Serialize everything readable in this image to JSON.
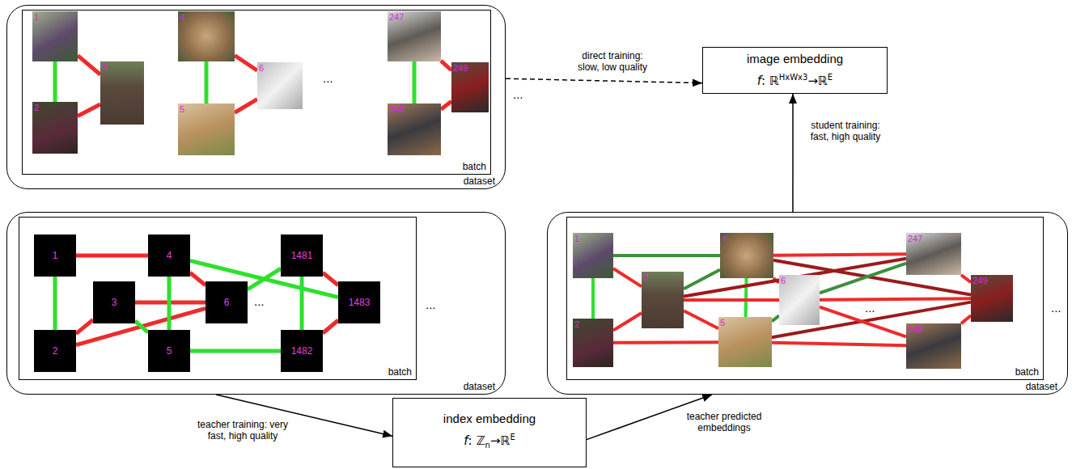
{
  "diagram": {
    "nodes": [
      {
        "text": [
          "dataset"
        ]
      },
      {
        "text": [
          "batch"
        ],
        "in": 0
      },
      {
        "text": [
          "1"
        ],
        "in": 1
      },
      {
        "text": [
          "2"
        ],
        "in": 1
      },
      {
        "text": [
          "3"
        ],
        "in": 1
      },
      {
        "text": [
          "4"
        ],
        "in": 1
      },
      {
        "text": [
          "5"
        ],
        "in": 1
      },
      {
        "text": [
          "6"
        ],
        "in": 1
      },
      {
        "text": [
          "247"
        ],
        "in": 1
      },
      {
        "text": [
          "248"
        ],
        "in": 1
      },
      {
        "text": [
          "249"
        ],
        "in": 1
      },
      {
        "text": [
          "image embedding",
          "f",
          ": ℝ",
          "HxWx3",
          "→ℝ",
          "E"
        ]
      },
      {
        "text": [
          "dataset"
        ]
      },
      {
        "text": [
          "batch"
        ],
        "in": 12
      },
      {
        "text": [
          "1"
        ],
        "in": 13
      },
      {
        "text": [
          "2"
        ],
        "in": 13
      },
      {
        "text": [
          "3"
        ],
        "in": 13
      },
      {
        "text": [
          "4"
        ],
        "in": 13
      },
      {
        "text": [
          "5"
        ],
        "in": 13
      },
      {
        "text": [
          "6"
        ],
        "in": 13
      },
      {
        "text": [
          "1481"
        ],
        "in": 13
      },
      {
        "text": [
          "1482"
        ],
        "in": 13
      },
      {
        "text": [
          "1483"
        ],
        "in": 13
      },
      {
        "text": [
          "index embedding",
          "f",
          ": ℤ",
          "n",
          "→ℝ",
          "E"
        ]
      },
      {
        "text": [
          "dataset"
        ]
      },
      {
        "text": [
          "batch"
        ],
        "in": 24
      },
      {
        "text": [
          "1"
        ],
        "in": 25
      },
      {
        "text": [
          "2"
        ],
        "in": 25
      },
      {
        "text": [
          "3"
        ],
        "in": 25
      },
      {
        "text": [
          "4"
        ],
        "in": 25
      },
      {
        "text": [
          "5"
        ],
        "in": 25
      },
      {
        "text": [
          "6"
        ],
        "in": 25
      },
      {
        "text": [
          "247"
        ],
        "in": 25
      },
      {
        "text": [
          "248"
        ],
        "in": 25
      },
      {
        "text": [
          "249"
        ],
        "in": 25
      }
    ],
    "edges": [
      {
        "from": 0,
        "to": 11,
        "arrow": "to",
        "label": "direct training: slow, low quality"
      },
      {
        "from": 24,
        "to": 11,
        "arrow": "to",
        "label": "student training: fast, high quality"
      },
      {
        "from": 12,
        "to": 23,
        "arrow": "to",
        "label": "teacher training: very fast, high quality"
      },
      {
        "from": 23,
        "to": 24,
        "arrow": "to",
        "label": "teacher predicted embeddings"
      },
      {
        "from": 2,
        "to": 3,
        "arrow": "none"
      },
      {
        "from": 2,
        "to": 4,
        "arrow": "none"
      },
      {
        "from": 3,
        "to": 4,
        "arrow": "none"
      },
      {
        "from": 5,
        "to": 6,
        "arrow": "none"
      },
      {
        "from": 5,
        "to": 7,
        "arrow": "none"
      },
      {
        "from": 6,
        "to": 7,
        "arrow": "none"
      },
      {
        "from": 8,
        "to": 9,
        "arrow": "none"
      },
      {
        "from": 8,
        "to": 10,
        "arrow": "none"
      },
      {
        "from": 9,
        "to": 10,
        "arrow": "none"
      },
      {
        "from": 14,
        "to": 15,
        "arrow": "none"
      },
      {
        "from": 14,
        "to": 17,
        "arrow": "none"
      },
      {
        "from": 15,
        "to": 16,
        "arrow": "none"
      },
      {
        "from": 15,
        "to": 19,
        "arrow": "none"
      },
      {
        "from": 16,
        "to": 19,
        "arrow": "none"
      },
      {
        "from": 16,
        "to": 18,
        "arrow": "none"
      },
      {
        "from": 17,
        "to": 18,
        "arrow": "none"
      },
      {
        "from": 17,
        "to": 19,
        "arrow": "none"
      },
      {
        "from": 17,
        "to": 22,
        "arrow": "none"
      },
      {
        "from": 19,
        "to": 20,
        "arrow": "none"
      },
      {
        "from": 18,
        "to": 21,
        "arrow": "none"
      },
      {
        "from": 20,
        "to": 21,
        "arrow": "none"
      },
      {
        "from": 20,
        "to": 22,
        "arrow": "none"
      },
      {
        "from": 21,
        "to": 22,
        "arrow": "none"
      },
      {
        "from": 26,
        "to": 27,
        "arrow": "none"
      },
      {
        "from": 26,
        "to": 29,
        "arrow": "none"
      },
      {
        "from": 28,
        "to": 29,
        "arrow": "none"
      },
      {
        "from": 29,
        "to": 30,
        "arrow": "none"
      },
      {
        "from": 27,
        "to": 28,
        "arrow": "none"
      },
      {
        "from": 27,
        "to": 30,
        "arrow": "none"
      },
      {
        "from": 28,
        "to": 30,
        "arrow": "none"
      },
      {
        "from": 28,
        "to": 31,
        "arrow": "none"
      },
      {
        "from": 29,
        "to": 31,
        "arrow": "none"
      },
      {
        "from": 30,
        "to": 31,
        "arrow": "none"
      },
      {
        "from": 29,
        "to": 32,
        "arrow": "none"
      },
      {
        "from": 29,
        "to": 34,
        "arrow": "none"
      },
      {
        "from": 30,
        "to": 33,
        "arrow": "none"
      },
      {
        "from": 30,
        "to": 34,
        "arrow": "none"
      },
      {
        "from": 31,
        "to": 32,
        "arrow": "none"
      },
      {
        "from": 31,
        "to": 33,
        "arrow": "none"
      },
      {
        "from": 31,
        "to": 34,
        "arrow": "none"
      },
      {
        "from": 32,
        "to": 34,
        "arrow": "none"
      },
      {
        "from": 33,
        "to": 34,
        "arrow": "none"
      },
      {
        "from": 26,
        "to": 28,
        "arrow": "none"
      },
      {
        "from": 28,
        "to": 32,
        "arrow": "none"
      }
    ],
    "labels": [
      "...",
      "...",
      "...",
      "...",
      "...",
      "..."
    ]
  }
}
